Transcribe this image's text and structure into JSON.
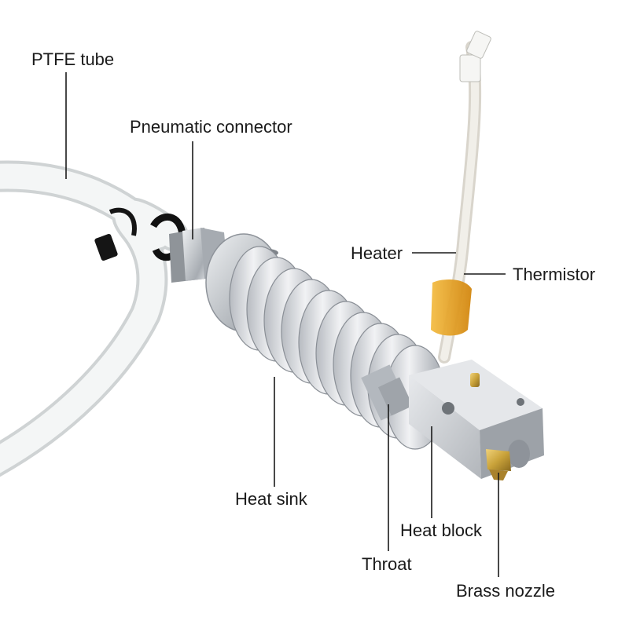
{
  "labels": {
    "ptfe_tube": "PTFE tube",
    "pneumatic_connector": "Pneumatic connector",
    "heater": "Heater",
    "thermistor": "Thermistor",
    "heat_sink": "Heat sink",
    "heat_block": "Heat block",
    "throat": "Throat",
    "brass_nozzle": "Brass nozzle"
  },
  "colors": {
    "ptfe": "#eef0f0",
    "aluminum": "#c9ccd0",
    "brass": "#c9a23a",
    "kapton": "#e8a21a",
    "wire": "#e9e6df",
    "leader_line": "#1a1a1a"
  }
}
